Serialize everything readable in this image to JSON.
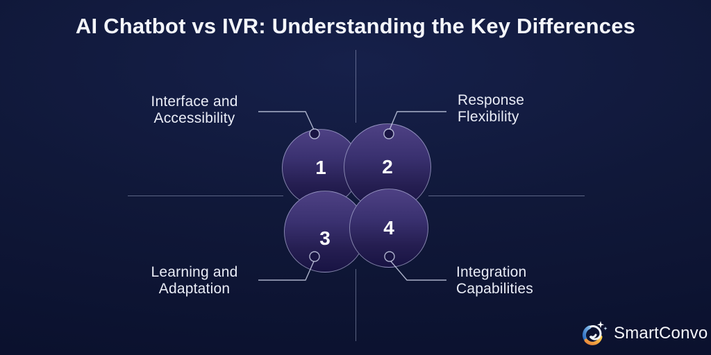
{
  "title": "AI Chatbot vs IVR: Understanding the Key Differences",
  "diagram": {
    "items": [
      {
        "number": "1",
        "label": "Interface and\nAccessibility"
      },
      {
        "number": "2",
        "label": "Response\nFlexibility"
      },
      {
        "number": "3",
        "label": "Learning and\nAdaptation"
      },
      {
        "number": "4",
        "label": "Integration\nCapabilities"
      }
    ]
  },
  "brand": {
    "name": "SmartConvo"
  },
  "colors": {
    "background_top": "#16204a",
    "background_bottom": "#0a102c",
    "bubble_gradient_top": "#4e4184",
    "bubble_gradient_bottom": "#181343",
    "bubble_border": "#cdd3f0",
    "connector_line": "#dce1f2",
    "label_text": "#e9ecf6",
    "title_text": "#f4f6fb",
    "logo_blue": "#2f6fc4",
    "logo_orange": "#f0a93c"
  }
}
